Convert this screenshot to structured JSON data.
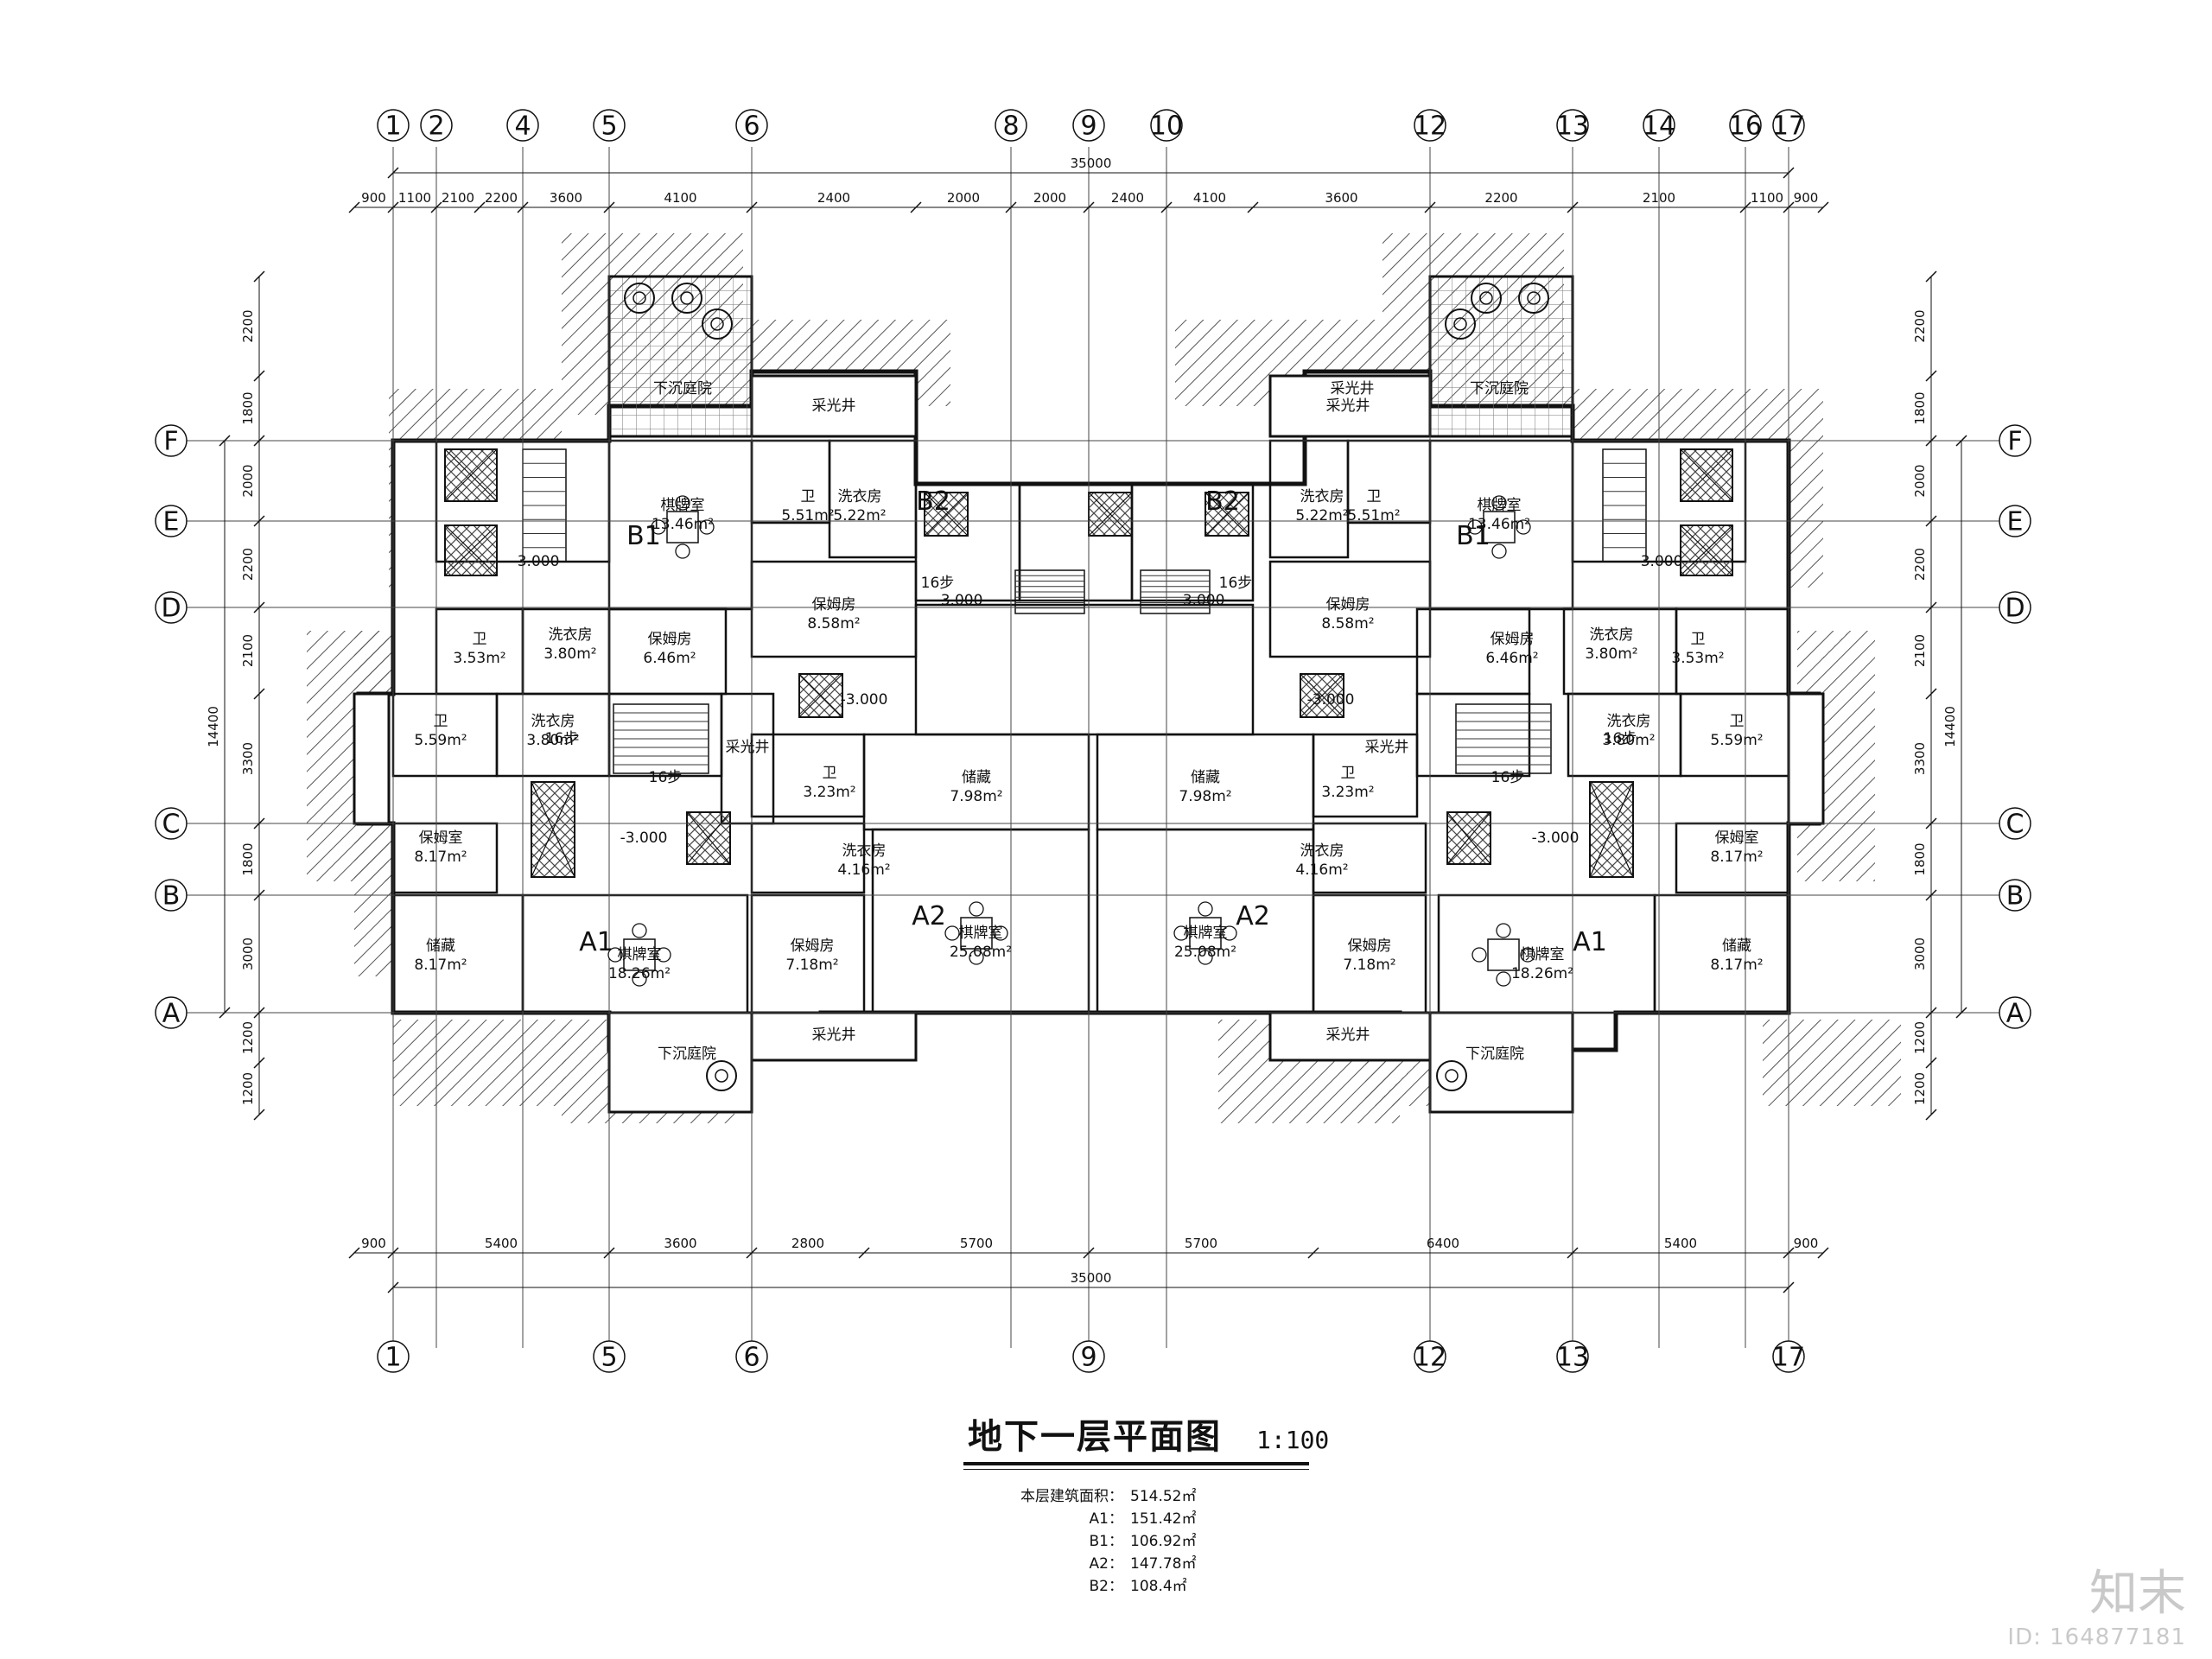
{
  "drawing": {
    "title": "地下一层平面图",
    "scale": "1:100",
    "total_dimension": "35000",
    "side_dimension": "14400"
  },
  "grid_lines": {
    "top": [
      "1",
      "2",
      "4",
      "5",
      "6",
      "8",
      "9",
      "10",
      "12",
      "13",
      "14",
      "16",
      "17"
    ],
    "bottom": [
      "1",
      "5",
      "6",
      "9",
      "12",
      "13",
      "17"
    ],
    "rows": [
      "F",
      "E",
      "D",
      "C",
      "B",
      "A"
    ]
  },
  "dimensions": {
    "top_segments": [
      "900",
      "1100",
      "2100",
      "2200",
      "3600",
      "4100",
      "2400",
      "2000",
      "2000",
      "2400",
      "4100",
      "3600",
      "2200",
      "2100",
      "1100",
      "900"
    ],
    "bottom_segments": [
      "900",
      "5400",
      "3600",
      "2800",
      "5700",
      "5700",
      "6400",
      "5400",
      "900"
    ],
    "left_segments": [
      "2200",
      "1800",
      "2000",
      "2200",
      "2100",
      "3300",
      "1800",
      "3000",
      "1200",
      "1200"
    ],
    "right_segments": [
      "2200",
      "1800",
      "2000",
      "2200",
      "2100",
      "3300",
      "1800",
      "3000",
      "1200",
      "1200"
    ]
  },
  "units": [
    "B1",
    "B2",
    "A1",
    "A2",
    "B2",
    "B1",
    "A1",
    "A2"
  ],
  "rooms": [
    {
      "name": "下沉庭院",
      "area": ""
    },
    {
      "name": "采光井",
      "area": ""
    },
    {
      "name": "卫",
      "area": "5.51m²"
    },
    {
      "name": "洗衣房",
      "area": "5.22m²"
    },
    {
      "name": "棋牌室",
      "area": "13.46m²"
    },
    {
      "name": "保姆房",
      "area": "8.58m²"
    },
    {
      "name": "卫",
      "area": "3.53m²"
    },
    {
      "name": "洗衣房",
      "area": "3.80m²"
    },
    {
      "name": "保姆房",
      "area": "6.46m²"
    },
    {
      "name": "卫",
      "area": "5.59m²"
    },
    {
      "name": "洗衣房",
      "area": "3.80m²"
    },
    {
      "name": "采光井",
      "area": ""
    },
    {
      "name": "采光井",
      "area": ""
    },
    {
      "name": "卫",
      "area": "3.23m²"
    },
    {
      "name": "储藏",
      "area": "7.98m²"
    },
    {
      "name": "保姆室",
      "area": "8.17m²"
    },
    {
      "name": "洗衣房",
      "area": "4.16m²"
    },
    {
      "name": "储藏",
      "area": "8.17m²"
    },
    {
      "name": "棋牌室",
      "area": "18.26m²"
    },
    {
      "name": "保姆房",
      "area": "7.18m²"
    },
    {
      "name": "棋牌室",
      "area": "25.08m²"
    },
    {
      "name": "采光井",
      "area": ""
    },
    {
      "name": "下沉庭院",
      "area": ""
    },
    {
      "name": "采光井",
      "area": ""
    }
  ],
  "labels": {
    "level_elev": "-3.000",
    "stairs": "16步"
  },
  "area_summary": [
    {
      "key": "本层建筑面积：",
      "value": "514.52㎡"
    },
    {
      "key": "A1：",
      "value": "151.42㎡"
    },
    {
      "key": "B1：",
      "value": "106.92㎡"
    },
    {
      "key": "A2：",
      "value": "147.78㎡"
    },
    {
      "key": "B2：",
      "value": "108.4㎡"
    }
  ],
  "watermark": {
    "logo": "知末",
    "id": "ID: 164877181"
  }
}
